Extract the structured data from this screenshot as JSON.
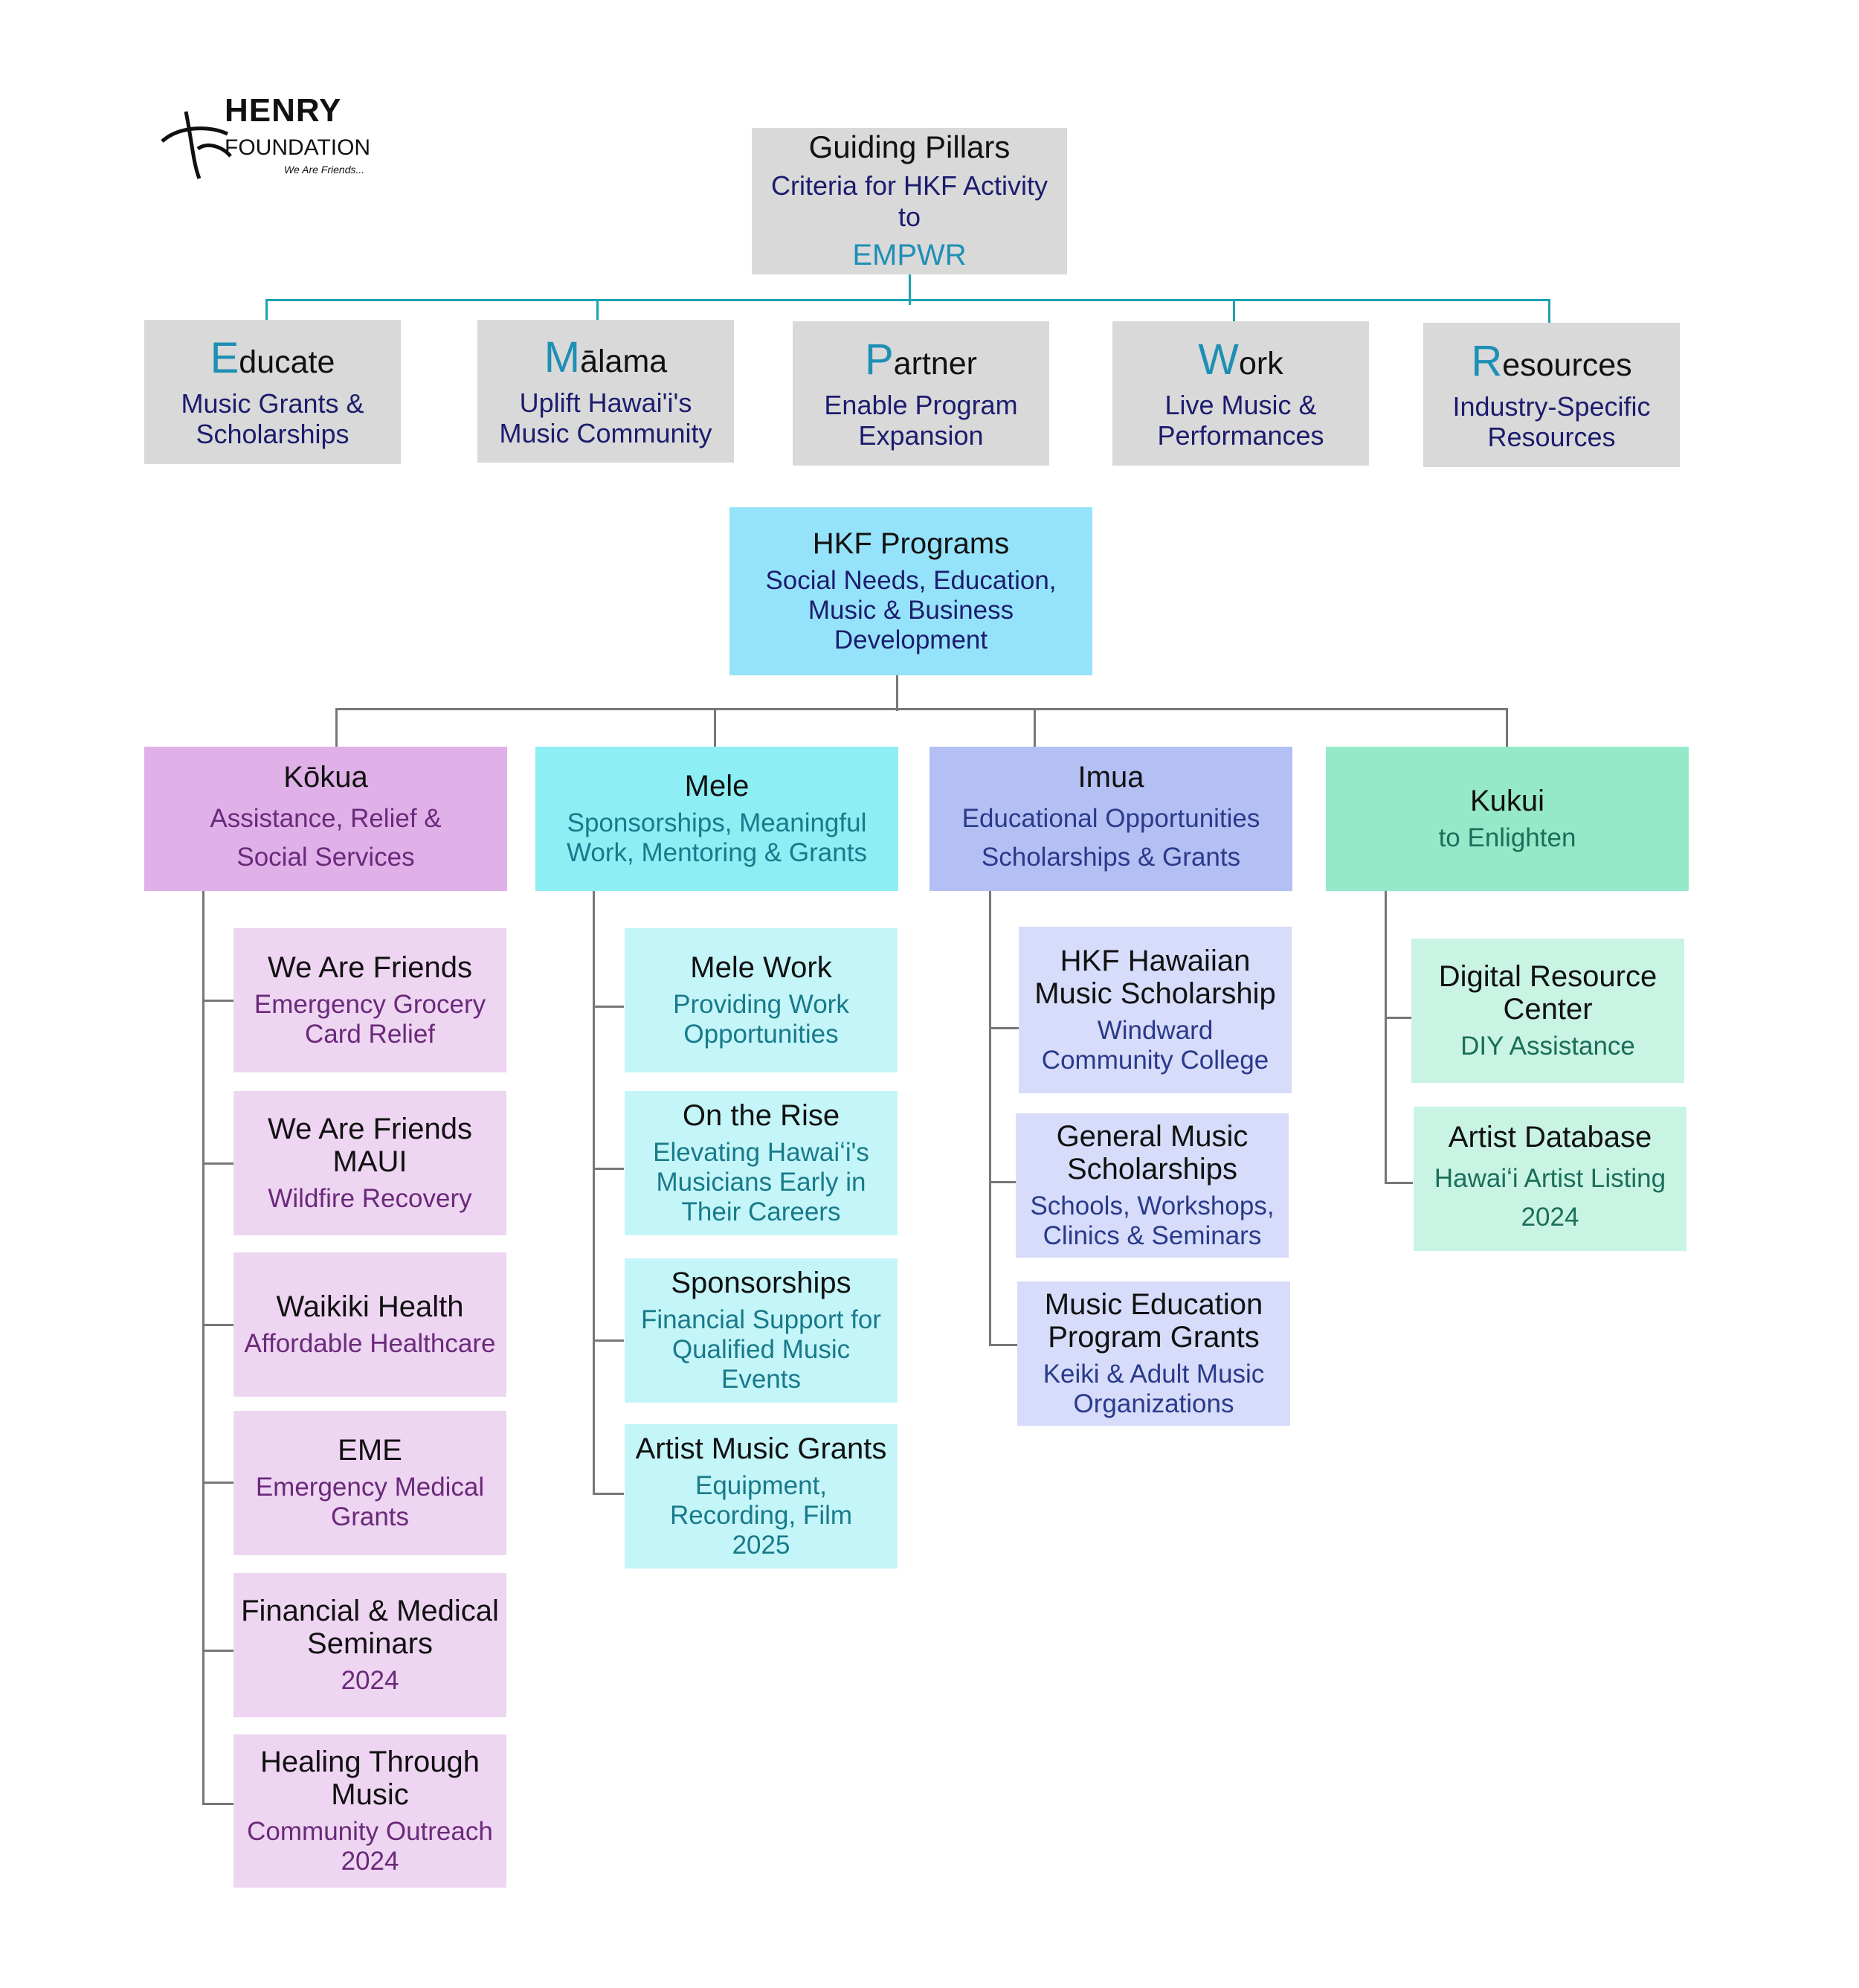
{
  "logo": {
    "name": "HENRY",
    "foundation": "FOUNDATION",
    "tagline": "We Are Friends..."
  },
  "guiding": {
    "title": "Guiding Pillars",
    "subtitle": "Criteria for HKF Activity to",
    "acronym": "EMPWR"
  },
  "pillars": [
    {
      "cap": "E",
      "rest": "ducate",
      "sub": "Music Grants & Scholarships"
    },
    {
      "cap": "M",
      "rest": "ālama",
      "sub": "Uplift Hawai'i's Music Community"
    },
    {
      "cap": "P",
      "rest": "artner",
      "sub": "Enable Program Expansion"
    },
    {
      "cap": "W",
      "rest": "ork",
      "sub": "Live Music & Performances"
    },
    {
      "cap": "R",
      "rest": "esources",
      "sub": "Industry-Specific Resources"
    }
  ],
  "programs": {
    "title": "HKF Programs",
    "subtitle": "Social Needs, Education, Music & Business Development"
  },
  "categories": [
    {
      "title": "Kōkua",
      "subtitle": "Assistance, Relief & Social Services",
      "items": [
        {
          "title": "We Are Friends",
          "sub": "Emergency Grocery Card Relief"
        },
        {
          "title": "We Are Friends MAUI",
          "sub": "Wildfire Recovery"
        },
        {
          "title": "Waikiki Health",
          "sub": "Affordable Healthcare"
        },
        {
          "title": "EME",
          "sub": "Emergency Medical Grants"
        },
        {
          "title": "Financial & Medical Seminars",
          "sub": "2024"
        },
        {
          "title": "Healing Through Music",
          "sub": "Community Outreach 2024"
        }
      ]
    },
    {
      "title": "Mele",
      "subtitle": "Sponsorships, Meaningful Work, Mentoring & Grants",
      "items": [
        {
          "title": "Mele Work",
          "sub": "Providing Work Opportunities"
        },
        {
          "title": "On the Rise",
          "sub": "Elevating Hawaiʻi's Musicians Early in Their Careers"
        },
        {
          "title": "Sponsorships",
          "sub": "Financial Support for Qualified Music Events"
        },
        {
          "title": "Artist Music Grants",
          "sub": "Equipment, Recording, Film 2025"
        }
      ]
    },
    {
      "title": "Imua",
      "subtitle": "Educational Opportunities Scholarships & Grants",
      "items": [
        {
          "title": "HKF Hawaiian Music Scholarship",
          "sub": "Windward Community College"
        },
        {
          "title": "General Music Scholarships",
          "sub": "Schools, Workshops, Clinics & Seminars"
        },
        {
          "title": "Music Education Program Grants",
          "sub": "Keiki & Adult Music Organizations"
        }
      ]
    },
    {
      "title": "Kukui",
      "subtitle": "to Enlighten",
      "items": [
        {
          "title": "Digital Resource Center",
          "sub": "DIY Assistance"
        },
        {
          "title": "Artist Database",
          "sub": "Hawaiʻi Artist Listing 2024"
        }
      ]
    }
  ],
  "colors": {
    "kokua_header": "#e0b1e8",
    "kokua_item": "#eed5f2",
    "kokua_text": "#6a2a7a",
    "mele_header": "#8deef4",
    "mele_item": "#c4f5f8",
    "mele_text": "#187a8a",
    "imua_header": "#b4c0f4",
    "imua_item": "#d6dcfa",
    "imua_text": "#2a3a8a",
    "kukui_header": "#95e9c9",
    "kukui_item": "#c9f4e3",
    "kukui_text": "#1a6e5a"
  }
}
